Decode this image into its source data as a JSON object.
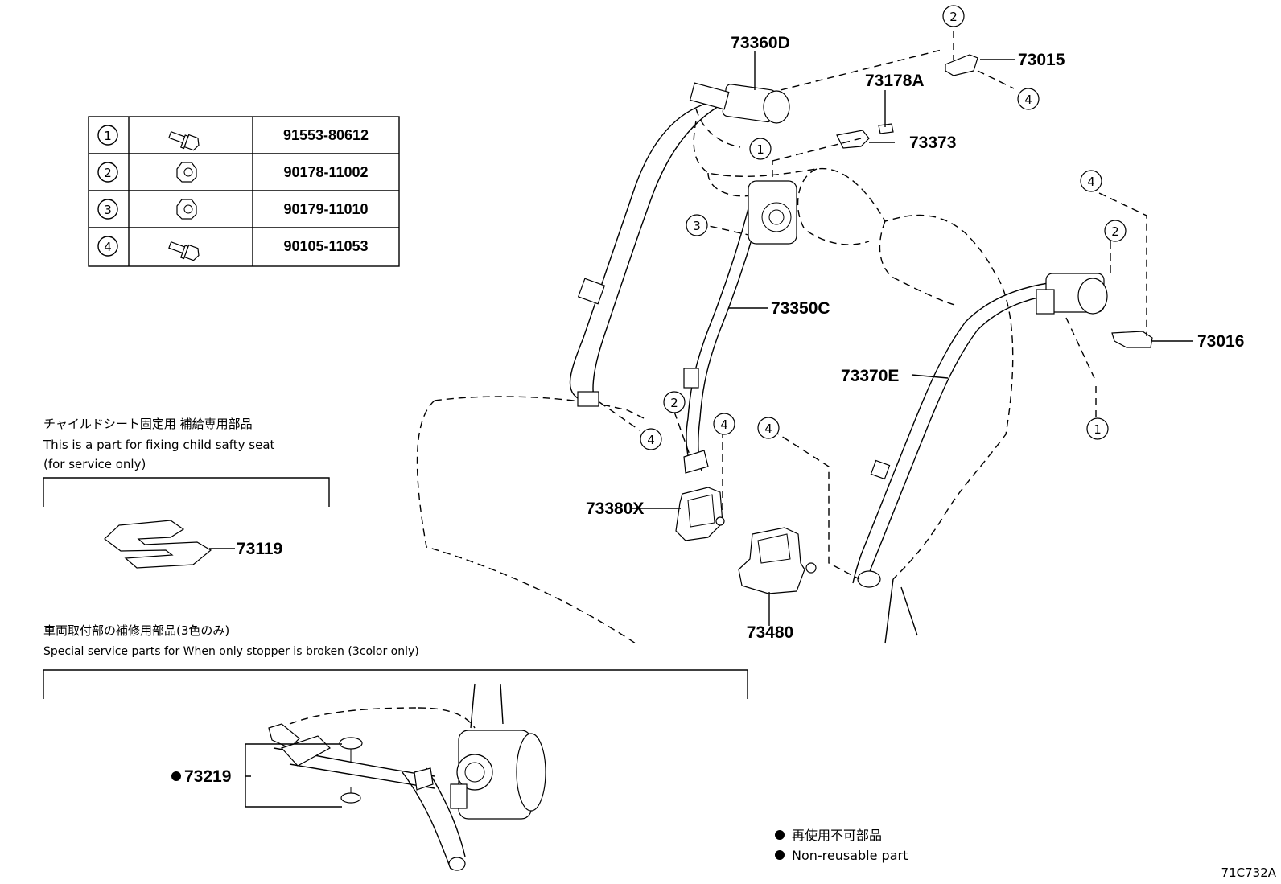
{
  "fastener_table": {
    "rows": [
      {
        "key": "1",
        "part_no": "91553-80612",
        "icon": "bolt-with-washer-icon"
      },
      {
        "key": "2",
        "part_no": "90178-11002",
        "icon": "nut-icon"
      },
      {
        "key": "3",
        "part_no": "90179-11010",
        "icon": "nut-icon"
      },
      {
        "key": "4",
        "part_no": "90105-11053",
        "icon": "bolt-with-washer-icon"
      }
    ]
  },
  "parts": {
    "p73360D": "73360D",
    "p73015": "73015",
    "p73178A": "73178A",
    "p73373": "73373",
    "p73350C": "73350C",
    "p73016": "73016",
    "p73370E": "73370E",
    "p73380X": "73380X",
    "p73480": "73480",
    "p73119": "73119",
    "p73219": "73219"
  },
  "child_seat_note": {
    "jp": "チャイルドシート固定用 補給専用部品",
    "en1": "This is a part for fixing child safty seat",
    "en2": "(for service only)"
  },
  "special_service_note": {
    "jp": "車両取付部の補修用部品(3色のみ)",
    "en": "Special service parts for When only stopper is broken (3color only)"
  },
  "legend": {
    "jp": "再使用不可部品",
    "en": "Non-reusable part"
  },
  "callouts": {
    "c1": "1",
    "c2": "2",
    "c3": "3",
    "c4": "4"
  },
  "figure_id": "71C732A"
}
